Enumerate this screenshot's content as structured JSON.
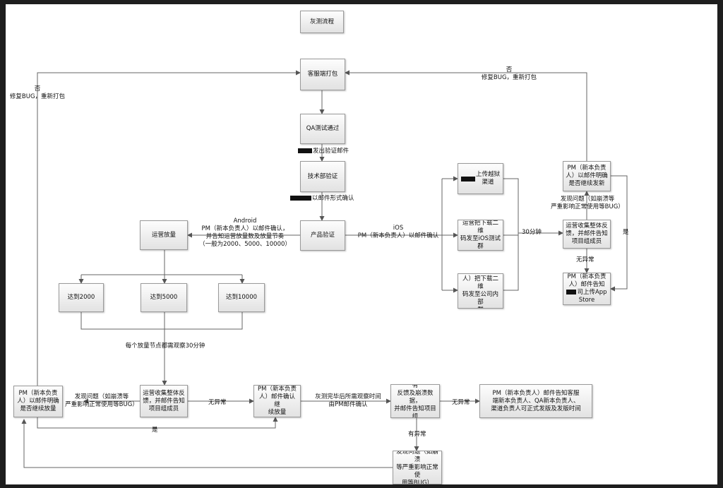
{
  "nodes": {
    "title": "灰测流程",
    "build": "客服端打包",
    "qa": "QA测试通过",
    "tech": "技术部验证",
    "product": "产品验证",
    "ops_volume": "运营放量",
    "r2000": "达到2000",
    "r5000": "达到5000",
    "r10000": "达到10000",
    "ops_feedback_left": "运营收集整体反\n馈，并邮件告知\n项目组成员",
    "pm_confirm_left": "PM（新本负责\n人）以邮件明确\n是否继续放量",
    "pm_confirm_volume": "PM（新本负责\n人）邮件确认继\n续放量",
    "ops_collect_crash": "运营收集期间所有\n反馈及崩溃数据，\n并邮件告知项目组\n成员",
    "pm_notify_release": "PM（新本负责人）邮件告知客服\n端新本负责人、QA新本负责人、\n渠道负责人可正式发版及发版时间",
    "issue_bottom": "发现问题（如崩溃\n等严重影响正常使\n用等BUG）",
    "channel_upload": "上传越狱\n渠道",
    "ios_qr": "运营把下载二维\n码发至iOS测试\n群",
    "pm_internal": "PM（新本负责\n人）把下载二维\n码发至公司内部\n群",
    "ops_feedback_right": "运营收集整体反\n馈，并邮件告知\n项目组成员",
    "pm_confirm_right": "PM（新本负责\n人）以邮件明确\n是否继续发新",
    "pm_appstore_pre": "PM（新本负责\n人）邮件告知",
    "pm_appstore_post": "司上传App\nStore"
  },
  "labels": {
    "send_verify_mail": "发出验证邮件",
    "mail_confirm": "以邮件形式确认",
    "android": "Android\nPM（新本负责人）以邮件确认，\n并告知运营放量数及放量节奏\n（一般为2000、5000、10000）",
    "ios": "iOS\nPM（新本负责人）以邮件确认",
    "observe": "每个放量节点都需观察30分钟",
    "issue_left": "发现问题（如崩溃等\n严重影响正常使用等BUG）",
    "no_exception_1": "无异常",
    "observe_time": "灰测完毕后所需观察时间\n由PM邮件确认",
    "no_exception_2": "无异常",
    "yes_bottom": "是",
    "has_exception": "有异常",
    "no_left": "否\n修复BUG，重新打包",
    "no_right": "否\n修复BUG，重新打包",
    "thirty_min": "30分钟",
    "issue_right": "发现问题（如崩溃等\n严重影响正常使用等BUG）",
    "no_exception_right": "无异常",
    "yes_right": "是"
  }
}
